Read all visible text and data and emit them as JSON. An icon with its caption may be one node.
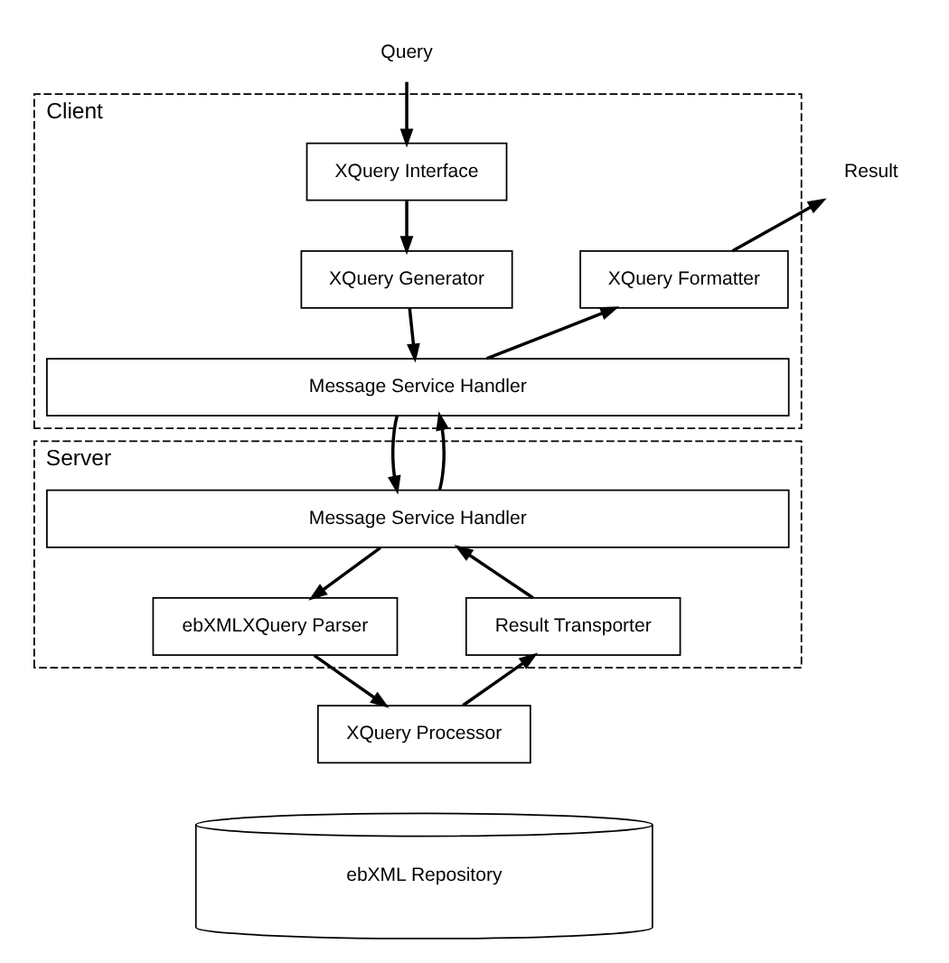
{
  "diagram": {
    "nodes": [
      {
        "text": [
          "Query"
        ]
      },
      {
        "text": [
          "Result"
        ]
      },
      {
        "text": [
          "Client"
        ]
      },
      {
        "text": [
          "XQuery Interface"
        ],
        "in": 2
      },
      {
        "text": [
          "XQuery Generator"
        ],
        "in": 2
      },
      {
        "text": [
          "XQuery Formatter"
        ],
        "in": 2
      },
      {
        "text": [
          "Message Service Handler"
        ],
        "in": 2
      },
      {
        "text": [
          "Server"
        ]
      },
      {
        "text": [
          "Message Service Handler"
        ],
        "in": 7
      },
      {
        "text": [
          "ebXMLXQuery Parser"
        ],
        "in": 7
      },
      {
        "text": [
          "Result Transporter"
        ],
        "in": 7
      },
      {
        "text": [
          "XQuery Processor"
        ]
      },
      {
        "text": [
          "ebXML Repository"
        ]
      }
    ],
    "edges": [
      {
        "from": 0,
        "to": 3,
        "arrow": "to"
      },
      {
        "from": 3,
        "to": 4,
        "arrow": "to"
      },
      {
        "from": 4,
        "to": 6,
        "arrow": "to"
      },
      {
        "from": 6,
        "to": 8,
        "arrow": "to"
      },
      {
        "from": 8,
        "to": 9,
        "arrow": "to"
      },
      {
        "from": 9,
        "to": 11,
        "arrow": "to"
      },
      {
        "from": 11,
        "to": 10,
        "arrow": "to"
      },
      {
        "from": 10,
        "to": 8,
        "arrow": "to"
      },
      {
        "from": 8,
        "to": 6,
        "arrow": "to"
      },
      {
        "from": 6,
        "to": 5,
        "arrow": "to"
      },
      {
        "from": 5,
        "to": 1,
        "arrow": "to"
      }
    ]
  }
}
